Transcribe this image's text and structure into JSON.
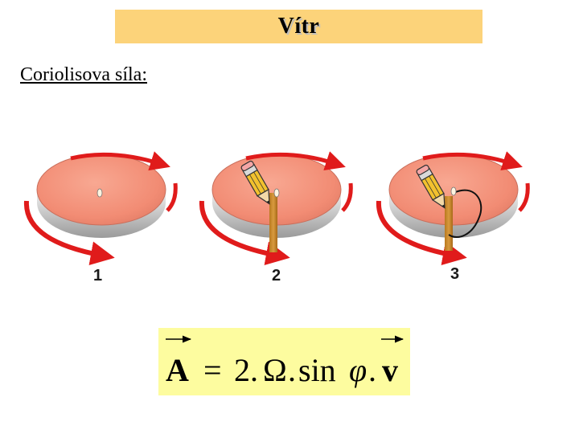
{
  "slide": {
    "title": "Vítr",
    "subtitle": "Coriolisova síla:"
  },
  "figure": {
    "steps": [
      "1",
      "2",
      "3"
    ]
  },
  "formula": {
    "lhs_vector": "A",
    "equals": "=",
    "coefficient": "2.",
    "omega": "Ω",
    "dot1": ".",
    "sin": "sin",
    "phi": "φ",
    "dot2": ".",
    "rhs_vector": "v"
  },
  "colors": {
    "title_background": "#fcd37a",
    "formula_background": "#fdfc9f",
    "disc_top": "#f4907a",
    "arrow_red": "#e01b1b",
    "ruler": "#c98a2e"
  }
}
